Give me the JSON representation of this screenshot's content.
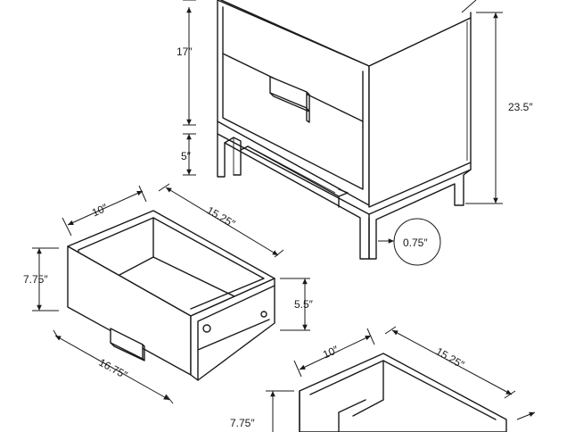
{
  "dimensions": {
    "nightstand_height_upper": "17″",
    "leg_height": "5″",
    "overall_height": "23.5″",
    "leg_thickness": "0.75″",
    "top_drawer_depth": "10″",
    "top_drawer_width_inner": "15.25″",
    "top_drawer_height": "7.75″",
    "top_drawer_side_height": "5.5″",
    "top_drawer_width_outer": "16.75″",
    "bottom_drawer_depth": "10″",
    "bottom_drawer_width_inner": "15.25″",
    "bottom_drawer_height": "7.75″"
  },
  "colors": {
    "line": "#1a1a1a",
    "background": "#ffffff"
  }
}
